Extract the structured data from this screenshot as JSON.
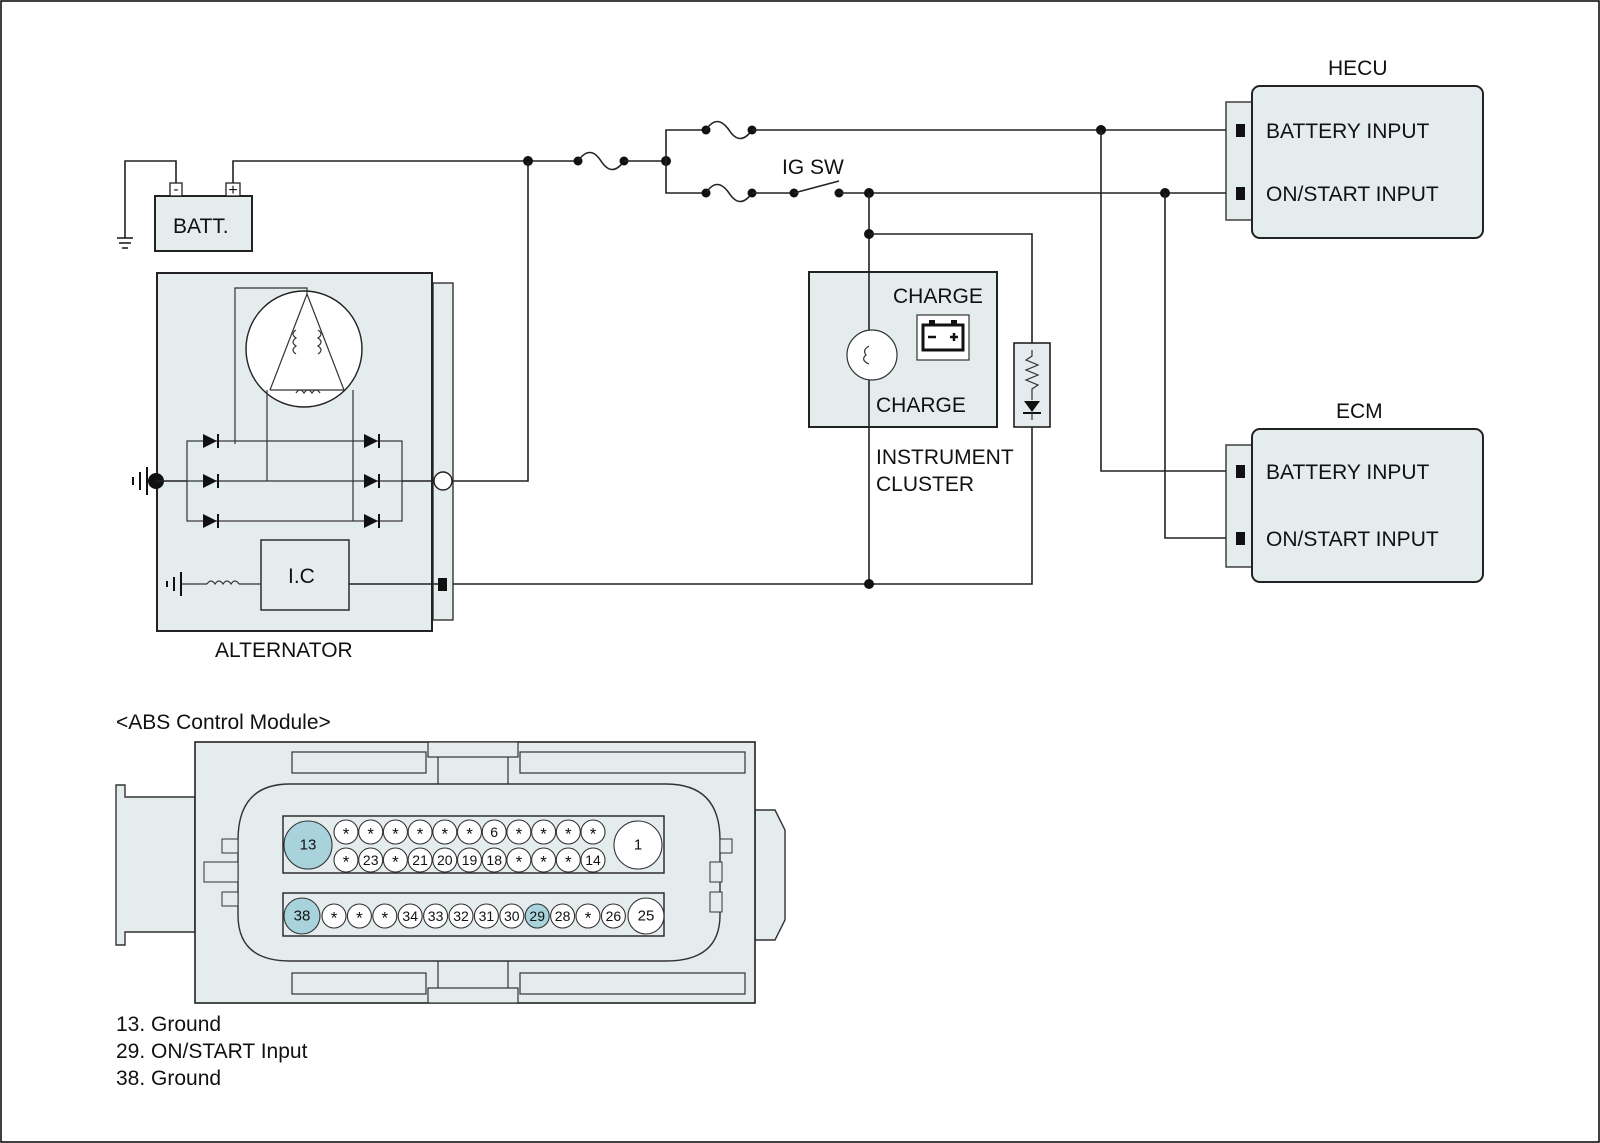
{
  "components": {
    "battery": "BATT.",
    "battery_minus": "-",
    "battery_plus": "+",
    "alternator": "ALTERNATOR",
    "ic": "I.C",
    "ig_switch": "IG SW",
    "charge_lamp_top": "CHARGE",
    "charge_lamp_bottom": "CHARGE",
    "cluster_line1": "INSTRUMENT",
    "cluster_line2": "CLUSTER"
  },
  "hecu": {
    "title": "HECU",
    "battery_input": "BATTERY INPUT",
    "on_start_input": "ON/START INPUT"
  },
  "ecm": {
    "title": "ECM",
    "battery_input": "BATTERY INPUT",
    "on_start_input": "ON/START INPUT"
  },
  "connector": {
    "title": "<ABS Control Module>",
    "highlight_color": "#a9d3dc",
    "row1_top": [
      "13",
      "*",
      "*",
      "*",
      "*",
      "*",
      "*",
      "6",
      "*",
      "*",
      "*",
      "*",
      "1"
    ],
    "row1_bottom": [
      "*",
      "23",
      "*",
      "21",
      "20",
      "19",
      "18",
      "*",
      "*",
      "*",
      "14"
    ],
    "row2": [
      "38",
      "*",
      "*",
      "*",
      "34",
      "33",
      "32",
      "31",
      "30",
      "29",
      "28",
      "*",
      "26",
      "25"
    ]
  },
  "legend": [
    "13. Ground",
    "29. ON/START Input",
    "38. Ground"
  ]
}
